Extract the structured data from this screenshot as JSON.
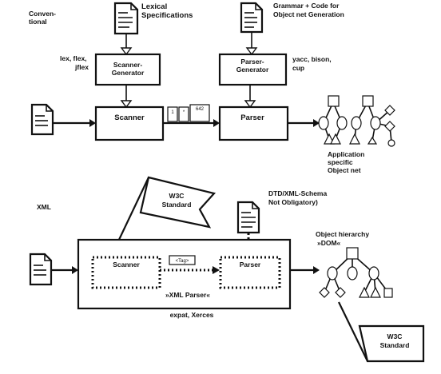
{
  "labels": {
    "conventional": "Conven-",
    "conventional_2": "tional",
    "lexical": "Lexical",
    "specifications": "Specifications",
    "grammar": "Grammar + Code for",
    "object_net_gen": "Object net Generation",
    "lex_flex": "lex, flex,",
    "jflex": "jflex",
    "scanner_generator_1": "Scanner-",
    "scanner_generator_2": "Generator",
    "parser_generator_1": "Parser-",
    "parser_generator_2": "Generator",
    "yacc_bison": "yacc, bison,",
    "cup": "cup",
    "scanner": "Scanner",
    "parser": "Parser",
    "token_1": "1",
    "token_2": "*",
    "token_3": "642",
    "application": "Application",
    "specific": "specific",
    "object_net": "Object net",
    "xml": "XML",
    "w3c_standard_1": "W3C",
    "standard_1": "Standard",
    "dtd_schema": "DTD/XML-Schema",
    "not_obligatory": "Not Obligatory)",
    "object_hierarchy": "Object hierarchy",
    "dom": "»DOM«",
    "xml_scanner": "Scanner",
    "tags": "<Tag>",
    "xml_parser_box": "Parser",
    "xml_parser_label": "»XML Parser«",
    "expat_xerces": "expat, Xerces",
    "w3c_standard_2": "W3C",
    "standard_2": "Standard"
  }
}
